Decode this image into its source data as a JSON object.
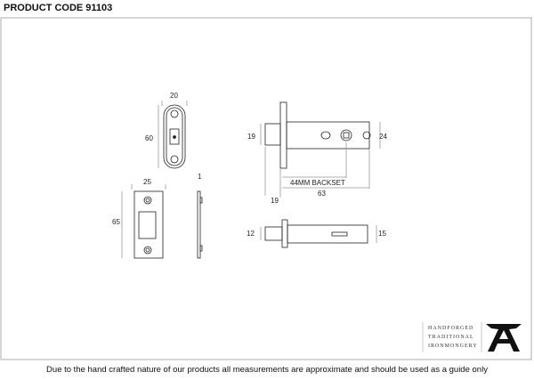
{
  "header": {
    "product_code": "PRODUCT CODE 91103"
  },
  "dimensions": {
    "faceplate_width": "20",
    "faceplate_height": "60",
    "strike_width": "25",
    "strike_height": "65",
    "strike_thickness": "1",
    "latch_bolt": "19",
    "latch_body": "24",
    "backset": "44MM BACKSET",
    "overall": "63",
    "bolt_projection": "19",
    "lower_bolt": "12",
    "lower_body": "15"
  },
  "logo": {
    "line1": "HANDFORGED",
    "line2": "TRADITIONAL",
    "line3": "IRONMONGERY",
    "mark": "anvil-A"
  },
  "footer": {
    "disclaimer": "Due to the hand crafted nature of our products all measurements are approximate and should be used as a guide only"
  }
}
